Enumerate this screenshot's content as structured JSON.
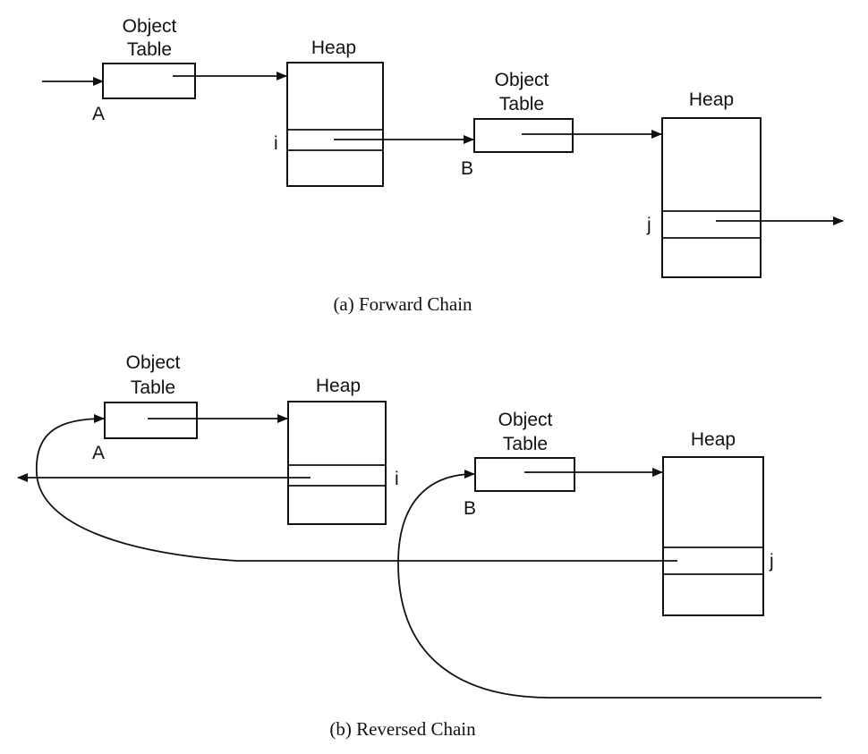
{
  "labels": {
    "object_table_line1": "Object",
    "object_table_line2": "Table",
    "heap": "Heap",
    "pointer_a": "A",
    "pointer_b": "B",
    "slot_i": "i",
    "slot_j": "j"
  },
  "captions": {
    "forward": "(a) Forward Chain",
    "reversed": "(b) Reversed Chain"
  },
  "colors": {
    "ink": "#111111",
    "background": "#ffffff"
  }
}
